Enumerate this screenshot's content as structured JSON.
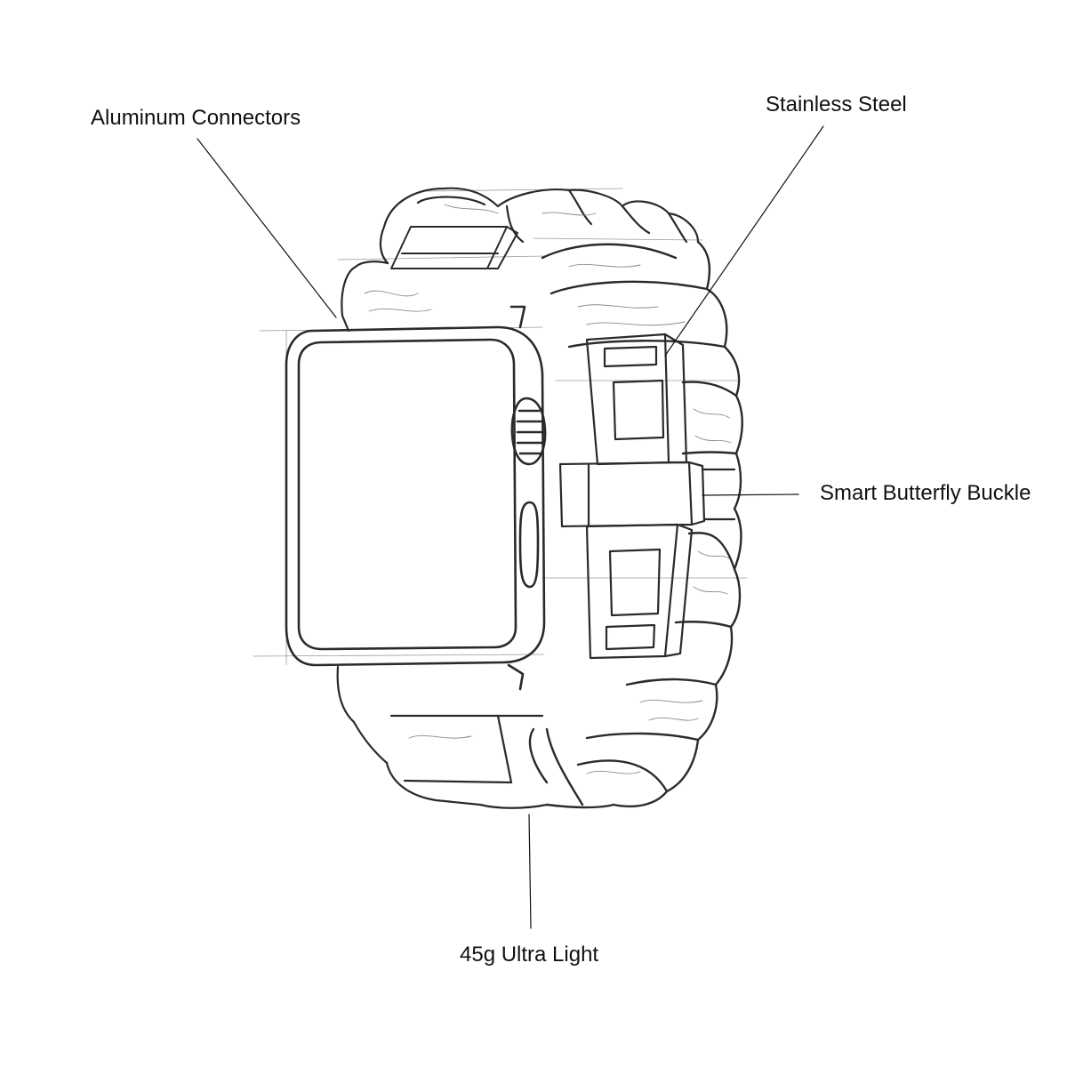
{
  "callouts": {
    "aluminum_connectors": "Aluminum Connectors",
    "stainless_steel": "Stainless Steel",
    "smart_butterfly_buckle": "Smart Butterfly Buckle",
    "ultra_light": "45g Ultra Light"
  },
  "colors": {
    "background": "#ffffff",
    "ink": "#222222",
    "text": "#111111"
  }
}
